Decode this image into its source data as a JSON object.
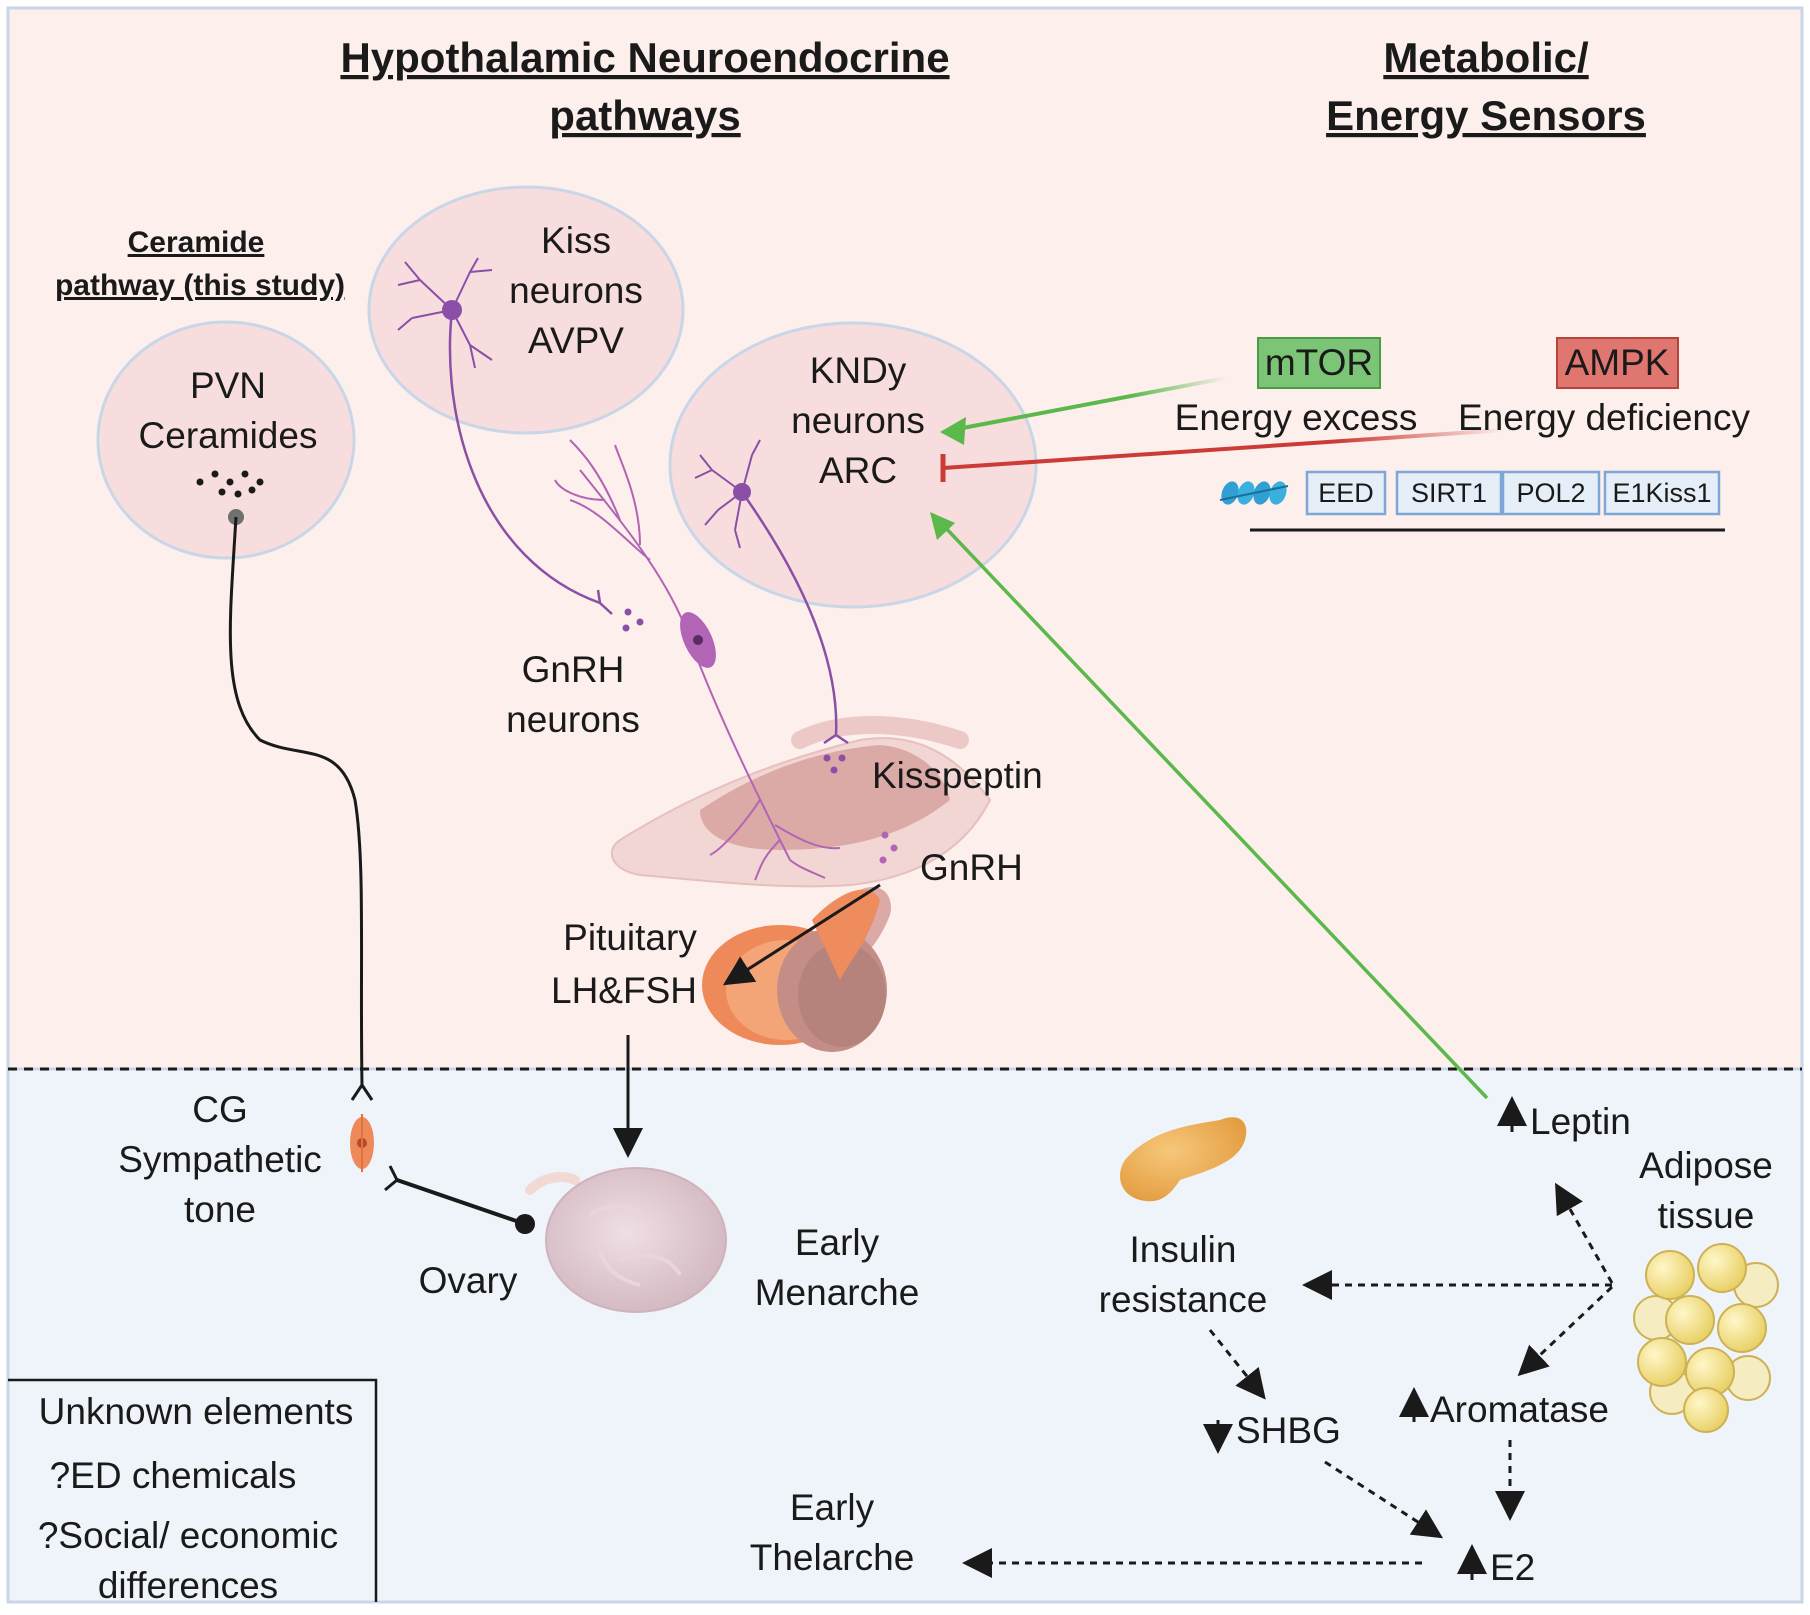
{
  "headings": {
    "hypothalamic_line1": "Hypothalamic Neuroendocrine",
    "hypothalamic_line2": "pathways",
    "metabolic_line1": "Metabolic/",
    "metabolic_line2": "Energy Sensors",
    "ceramide_line1": "Ceramide",
    "ceramide_line2": "pathway (this study)"
  },
  "nodes": {
    "pvn": [
      "PVN",
      "Ceramides"
    ],
    "kiss_avpv": [
      "Kiss",
      "neurons",
      "AVPV"
    ],
    "kndy_arc": [
      "KNDy",
      "neurons",
      "ARC"
    ],
    "gnrh_neurons": [
      "GnRH",
      "neurons"
    ],
    "kisspeptin": "Kisspeptin",
    "gnrh": "GnRH",
    "pituitary": [
      "Pituitary",
      "LH&FSH"
    ],
    "cg_sympathetic": [
      "CG",
      "Sympathetic",
      "tone"
    ],
    "ovary": "Ovary",
    "early_menarche": [
      "Early",
      "Menarche"
    ],
    "leptin": "Leptin",
    "adipose": [
      "Adipose",
      "tissue"
    ],
    "insulin_resistance": [
      "Insulin",
      "resistance"
    ],
    "shbg": "SHBG",
    "aromatase": "Aromatase",
    "e2": "E2",
    "early_thelarche": [
      "Early",
      "Thelarche"
    ]
  },
  "sensors": {
    "mtor": {
      "label": "mTOR",
      "caption": "Energy excess",
      "color": "#7cc576"
    },
    "ampk": {
      "label": "AMPK",
      "caption": "Energy deficiency",
      "color": "#e07670"
    }
  },
  "genes": [
    "EED",
    "SIRT1",
    "POL2",
    "E1Kiss1"
  ],
  "unknown_box": [
    "Unknown elements",
    "?ED chemicals",
    "?Social/ economic",
    "differences"
  ],
  "colors": {
    "brain_bg": "#fcefec",
    "body_bg": "#eff4fa",
    "circle_fill": "#f7dddd",
    "neuron_purple": "#8a4fa6",
    "activation_green": "#5bb84a",
    "inhibition_red": "#cc3b36"
  }
}
